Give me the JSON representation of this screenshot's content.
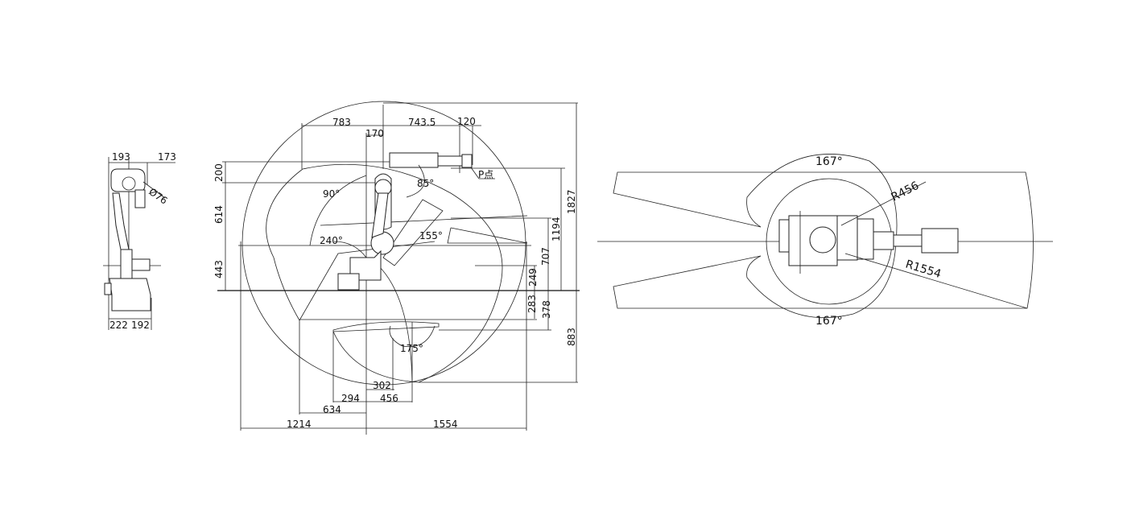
{
  "side_view": {
    "dims": {
      "d193": "193",
      "d173": "173",
      "d76": "Ø76",
      "d222": "222",
      "d192": "192"
    }
  },
  "front_view": {
    "dims": {
      "d783": "783",
      "d743": "743.5",
      "d120": "120",
      "d170": "170",
      "d200": "200",
      "d614": "614",
      "d443": "443",
      "d1827": "1827",
      "d1194": "1194",
      "d707": "707",
      "d249": "249",
      "d283": "283",
      "d378": "378",
      "d883": "883",
      "d302": "302",
      "d294": "294",
      "d456": "456",
      "d634": "634",
      "d1214": "1214",
      "d1554": "1554"
    },
    "angles": {
      "a90": "90°",
      "a85": "85°",
      "a240": "240°",
      "a155": "155°",
      "a175": "175°"
    },
    "p_point": "P点"
  },
  "top_view": {
    "angle_top": "167°",
    "angle_bottom": "167°",
    "r_inner": "R456",
    "r_outer": "R1554"
  }
}
